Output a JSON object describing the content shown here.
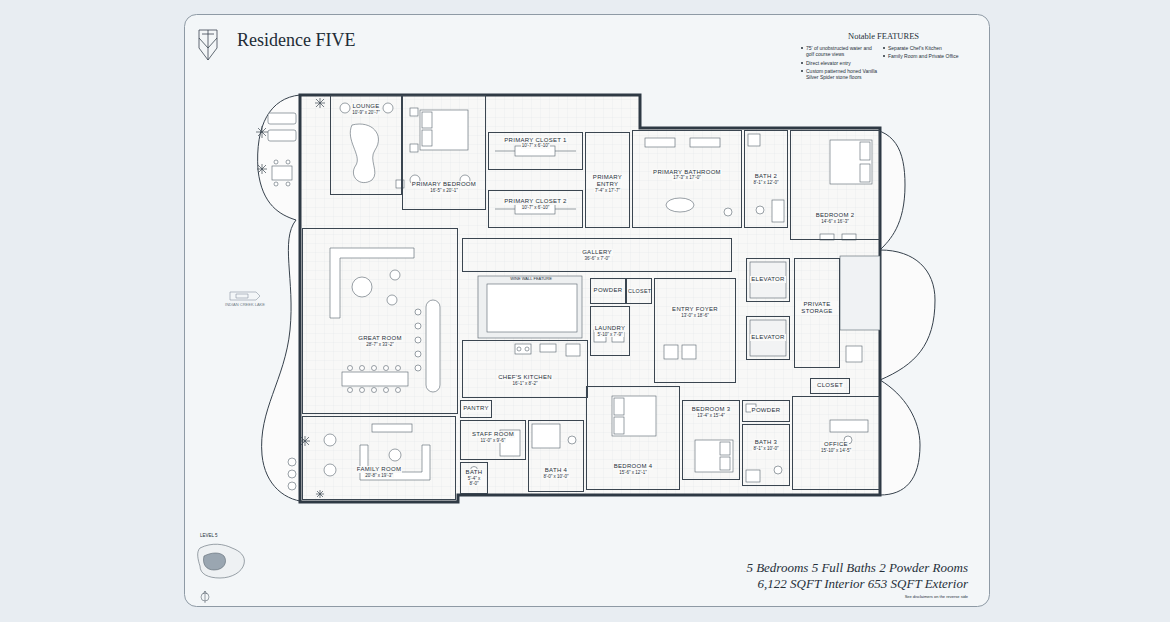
{
  "diagram": {
    "title": "Residence FIVE",
    "nodes": [
      {
        "text": [
          "LOUNGE",
          "10'-9\" x 20'-7\""
        ]
      },
      {
        "text": [
          "PRIMARY BEDROOM",
          "16'-5\" x 20'-1\""
        ]
      },
      {
        "text": [
          "PRIMARY CLOSET 1",
          "10'-7\" x 6'-10\""
        ]
      },
      {
        "text": [
          "PRIMARY ENTRY",
          "7'-4\" x 17'-7\""
        ]
      },
      {
        "text": [
          "PRIMARY BATHROOM",
          "17'-3\" x 17'-0\""
        ]
      },
      {
        "text": [
          "BATH 2",
          "8'-1\" x 12'-0\""
        ]
      },
      {
        "text": [
          "BEDROOM 2",
          "14'-6\" x 16'-3\""
        ]
      },
      {
        "text": [
          "PRIMARY CLOSET 2",
          "10'-7\" x 6'-10\""
        ]
      },
      {
        "text": [
          "GALLERY",
          "36'-6\" x 7'-0\""
        ]
      },
      {
        "text": [
          "GREAT ROOM",
          "28'-7\" x 33'-2\""
        ]
      },
      {
        "text": [
          "POWDER"
        ]
      },
      {
        "text": [
          "CLOSET"
        ]
      },
      {
        "text": [
          "LAUNDRY",
          "5'-10\" x 7'-9\""
        ]
      },
      {
        "text": [
          "ENTRY FOYER",
          "13'-0\" x 18'-6\""
        ]
      },
      {
        "text": [
          "ELEVATOR"
        ]
      },
      {
        "text": [
          "ELEVATOR"
        ]
      },
      {
        "text": [
          "PRIVATE STORAGE"
        ]
      },
      {
        "text": [
          "CHEF'S KITCHEN",
          "16'-1\" x 8'-2\""
        ]
      },
      {
        "text": [
          "PANTRY"
        ]
      },
      {
        "text": [
          "CLOSET"
        ]
      },
      {
        "text": [
          "BEDROOM 3",
          "13'-4\" x 15'-4\""
        ]
      },
      {
        "text": [
          "POWDER"
        ]
      },
      {
        "text": [
          "STAFF ROOM",
          "11'-0\" x 9'-6\""
        ]
      },
      {
        "text": [
          "BEDROOM 4",
          "15'-6\" x 12'-1\""
        ]
      },
      {
        "text": [
          "BATH 3",
          "8'-1\" x 10'-0\""
        ]
      },
      {
        "text": [
          "OFFICE",
          "15'-10\" x 14'-5\""
        ]
      },
      {
        "text": [
          "FAMILY ROOM",
          "20'-8\" x 19'-3\""
        ]
      },
      {
        "text": [
          "BATH 4",
          "8'-0\" x 10'-0\""
        ]
      },
      {
        "text": [
          "BATH",
          "5'-4\" x 8'-0\""
        ]
      }
    ],
    "labels": [
      "Notable FEATURES",
      "75' of unobstructed water and golf course views",
      "Direct elevator entry",
      "Custom patterned honed Vanilla Silver Spider stone floors",
      "Separate Chef's Kitchen",
      "Family Room and Private Office",
      "WINE WALL FEATURE",
      "INDIAN CREEK LAKE",
      "LEVEL 5",
      "5 Bedrooms 5 Full Baths 2 Powder Rooms",
      "6,122 SQFT Interior 653 SQFT Exterior",
      "See disclaimers on the reverse side"
    ]
  }
}
